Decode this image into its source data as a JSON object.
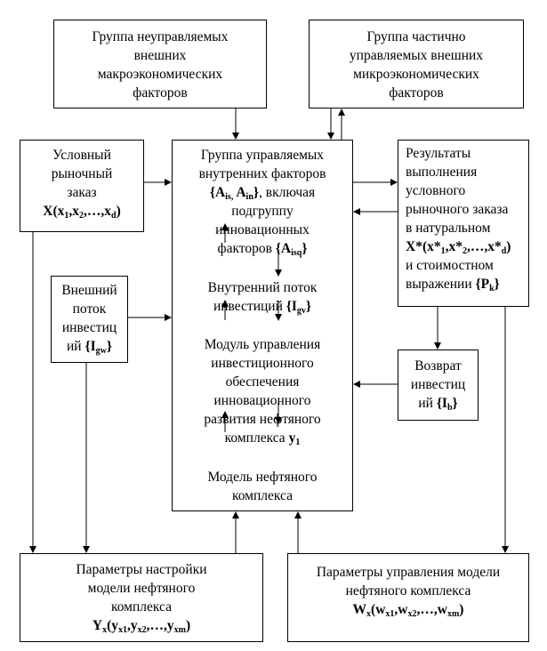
{
  "blocks": {
    "uncontrolled_macro": [
      "Группа неуправляемых",
      "внешних",
      "макроэкономических",
      "факторов"
    ],
    "partial_micro": [
      "Группа частично",
      "управляемых внешних",
      "микроэкономических",
      "факторов"
    ],
    "conditional_order": [
      "Условный",
      "рыночный",
      "заказ"
    ],
    "conditional_order_formula": {
      "p1": "X(x",
      "s1": "1",
      "p2": ",x",
      "s2": "2",
      "p3": ",…,x",
      "s3": "d",
      "p4": ")"
    },
    "internal_group_line1": "Группа управляемых",
    "internal_group_line2": "внутренних факторов",
    "internal_group_line3": {
      "p1": "{A",
      "s1": "is,",
      "p2": " A",
      "s2": "in",
      "p3": "}",
      "rest": ", включая"
    },
    "internal_group_line4": "подгруппу",
    "internal_group_line5": "инновационных",
    "internal_group_line6": {
      "text": "факторов ",
      "p1": "{A",
      "s1": "isq",
      "p2": "}"
    },
    "internal_flow_line1": "Внутренний поток",
    "internal_flow_line2": {
      "text": "инвестиций ",
      "p1": "{I",
      "s1": "gv",
      "p2": "}"
    },
    "module_lines": [
      "Модуль управления",
      "инвестиционного",
      "обеспечения",
      "инновационного",
      "развития нефтяного"
    ],
    "module_last": {
      "text": "комплекса ",
      "p1": "y",
      "s1": "1"
    },
    "model_lines": [
      "Модель нефтяного",
      "комплекса"
    ],
    "results_lines": [
      "Результаты",
      "выполнения",
      "условного",
      "рыночного заказа",
      "в натуральном"
    ],
    "results_formula": {
      "p1": "X*(x*",
      "s1": "1",
      "p2": ",x*",
      "s2": "2",
      "p3": ",…,x*",
      "s3": "d",
      "p4": ")"
    },
    "results_tail1": "и стоимостном",
    "results_tail2": {
      "text": "выражении ",
      "p1": "{P",
      "s1": "k",
      "p2": "}"
    },
    "external_flow_lines": [
      "Внешний",
      "поток",
      "инвестиц"
    ],
    "external_flow_last": {
      "text": "ий ",
      "p1": "{I",
      "s1": "gw",
      "p2": "}"
    },
    "return_lines": [
      "Возврат",
      "инвестиц"
    ],
    "return_last": {
      "text": "ий ",
      "p1": "{I",
      "s1": "b",
      "p2": "}"
    },
    "tuning_lines": [
      "Параметры настройки",
      "модели нефтяного",
      "комплекса"
    ],
    "tuning_formula": {
      "p1": "Y",
      "s1": "x",
      "p2": "(y",
      "s2": "x1",
      "p3": ",y",
      "s3": "x2",
      "p4": ",…,y",
      "s4": "xm",
      "p5": ")"
    },
    "control_lines": [
      "Параметры управления модели",
      "нефтяного комплекса"
    ],
    "control_formula": {
      "p1": "W",
      "s1": "x",
      "p2": "(w",
      "s2": "x1",
      "p3": ",w",
      "s3": "x2",
      "p4": ",…,w",
      "s4": "xm",
      "p5": ")"
    }
  }
}
